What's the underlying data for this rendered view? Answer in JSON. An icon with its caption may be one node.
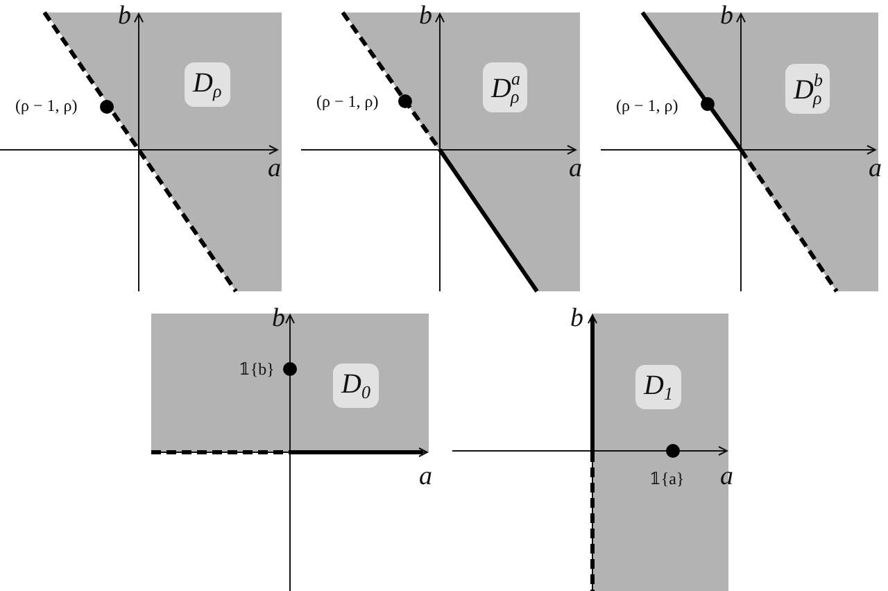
{
  "diagram": {
    "nodes": [
      {
        "text": [
          "D$_{ρ}$"
        ]
      },
      {
        "text": [
          "D$^{a}$$_{ρ}$"
        ]
      },
      {
        "text": [
          "D$^{b}$$_{ρ}$"
        ]
      },
      {
        "text": [
          "D$_{0}$"
        ]
      },
      {
        "text": [
          "D$_{1}$"
        ]
      }
    ],
    "labels": [
      "b",
      "(ρ − 1, ρ)",
      "a",
      "b",
      "(ρ − 1, ρ)",
      "a",
      "b",
      "(ρ − 1, ρ)",
      "a",
      "b",
      "𝟙{b}",
      "a",
      "b",
      "a",
      "𝟙{a}"
    ]
  }
}
